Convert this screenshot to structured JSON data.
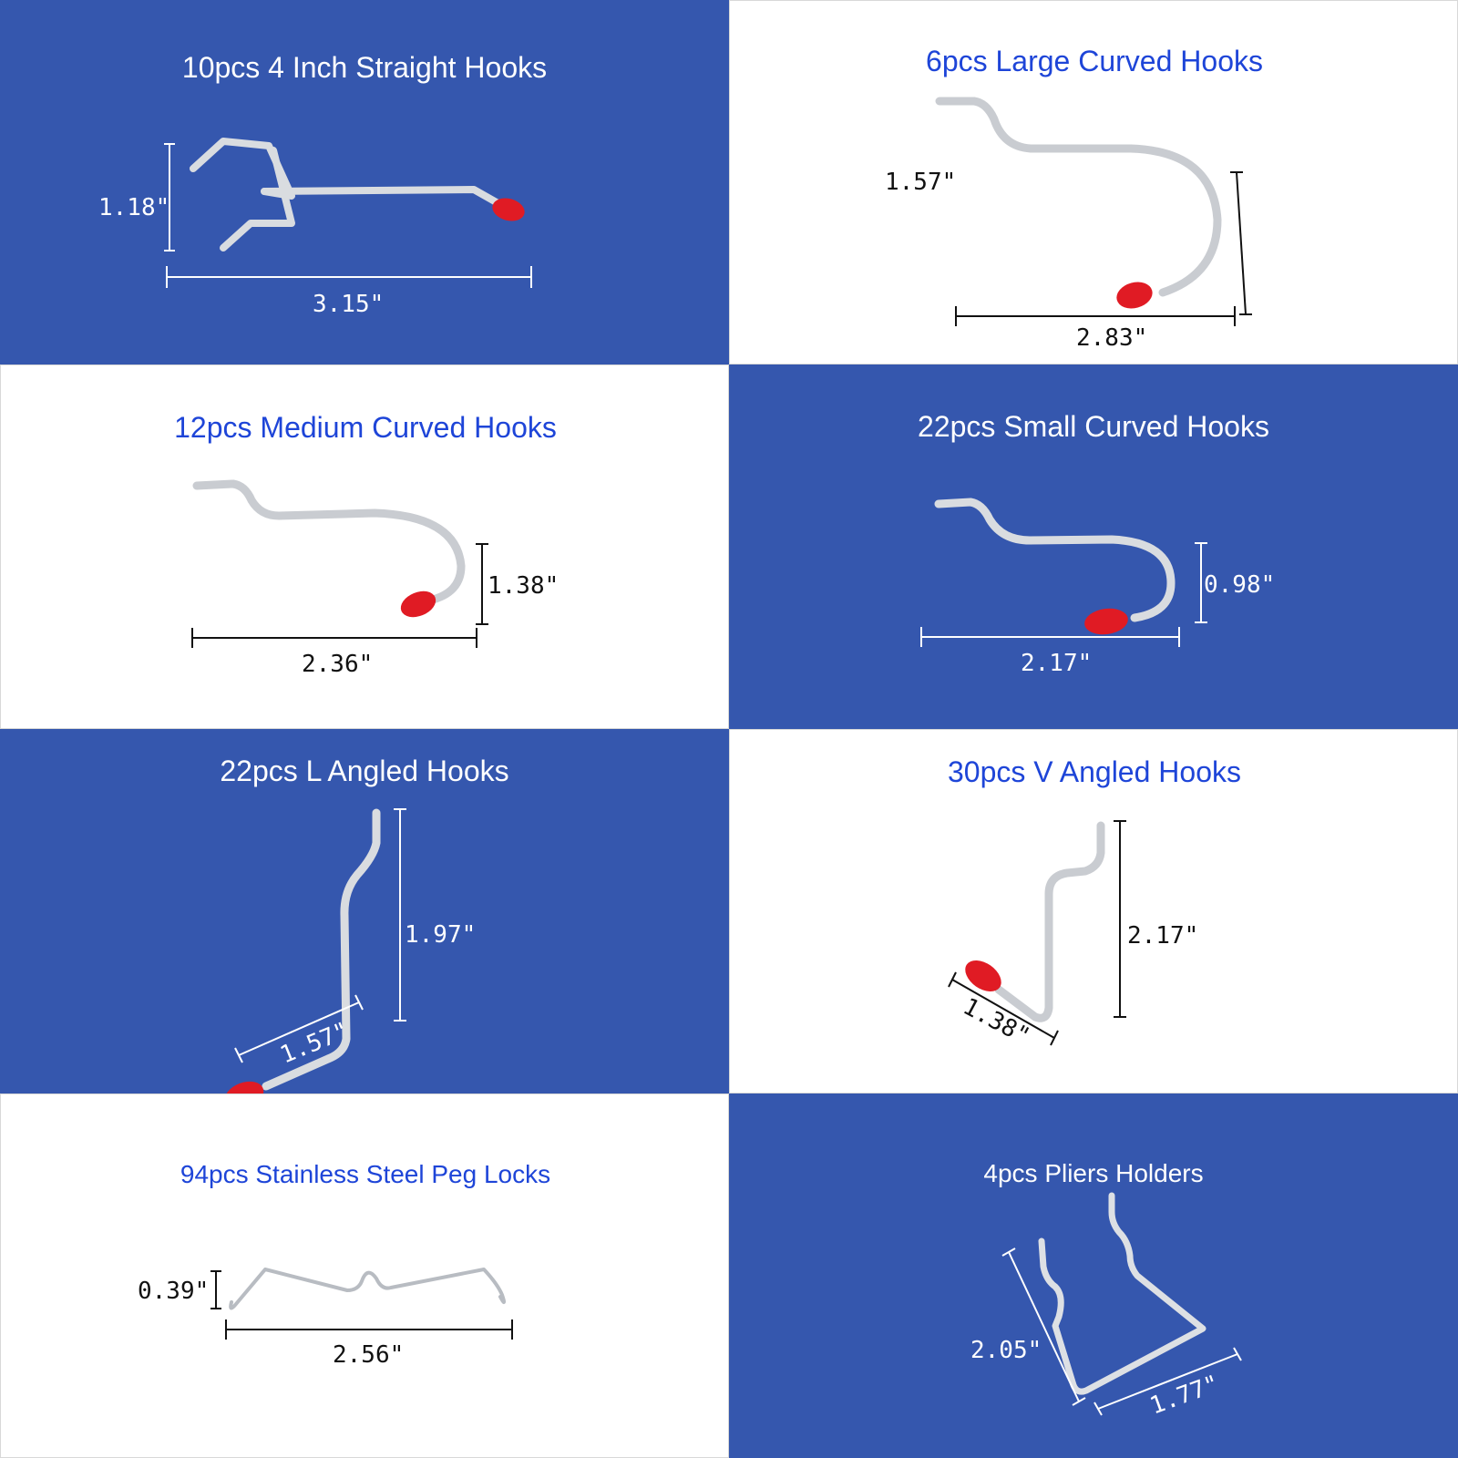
{
  "colors": {
    "panel_blue": "#3557AE",
    "title_blue": "#1e45d8",
    "cap_red": "#e01b24",
    "steel": "#cfd3d8"
  },
  "panels": [
    {
      "title": "10pcs 4 Inch Straight Hooks",
      "dims": {
        "height": "1.18\"",
        "width": "3.15\""
      }
    },
    {
      "title": "6pcs Large Curved Hooks",
      "dims": {
        "height": "1.57\"",
        "width": "2.83\""
      }
    },
    {
      "title": "12pcs Medium Curved Hooks",
      "dims": {
        "height": "1.38\"",
        "width": "2.36\""
      }
    },
    {
      "title": "22pcs Small Curved Hooks",
      "dims": {
        "height": "0.98\"",
        "width": "2.17\""
      }
    },
    {
      "title": "22pcs L Angled Hooks",
      "dims": {
        "height": "1.97\"",
        "width": "1.57\""
      }
    },
    {
      "title": "30pcs V Angled Hooks",
      "dims": {
        "height": "2.17\"",
        "width": "1.38\""
      }
    },
    {
      "title": "94pcs Stainless Steel Peg Locks",
      "dims": {
        "height": "0.39\"",
        "width": "2.56\""
      }
    },
    {
      "title": "4pcs Pliers Holders",
      "dims": {
        "height": "2.05\"",
        "width": "1.77\""
      }
    }
  ]
}
